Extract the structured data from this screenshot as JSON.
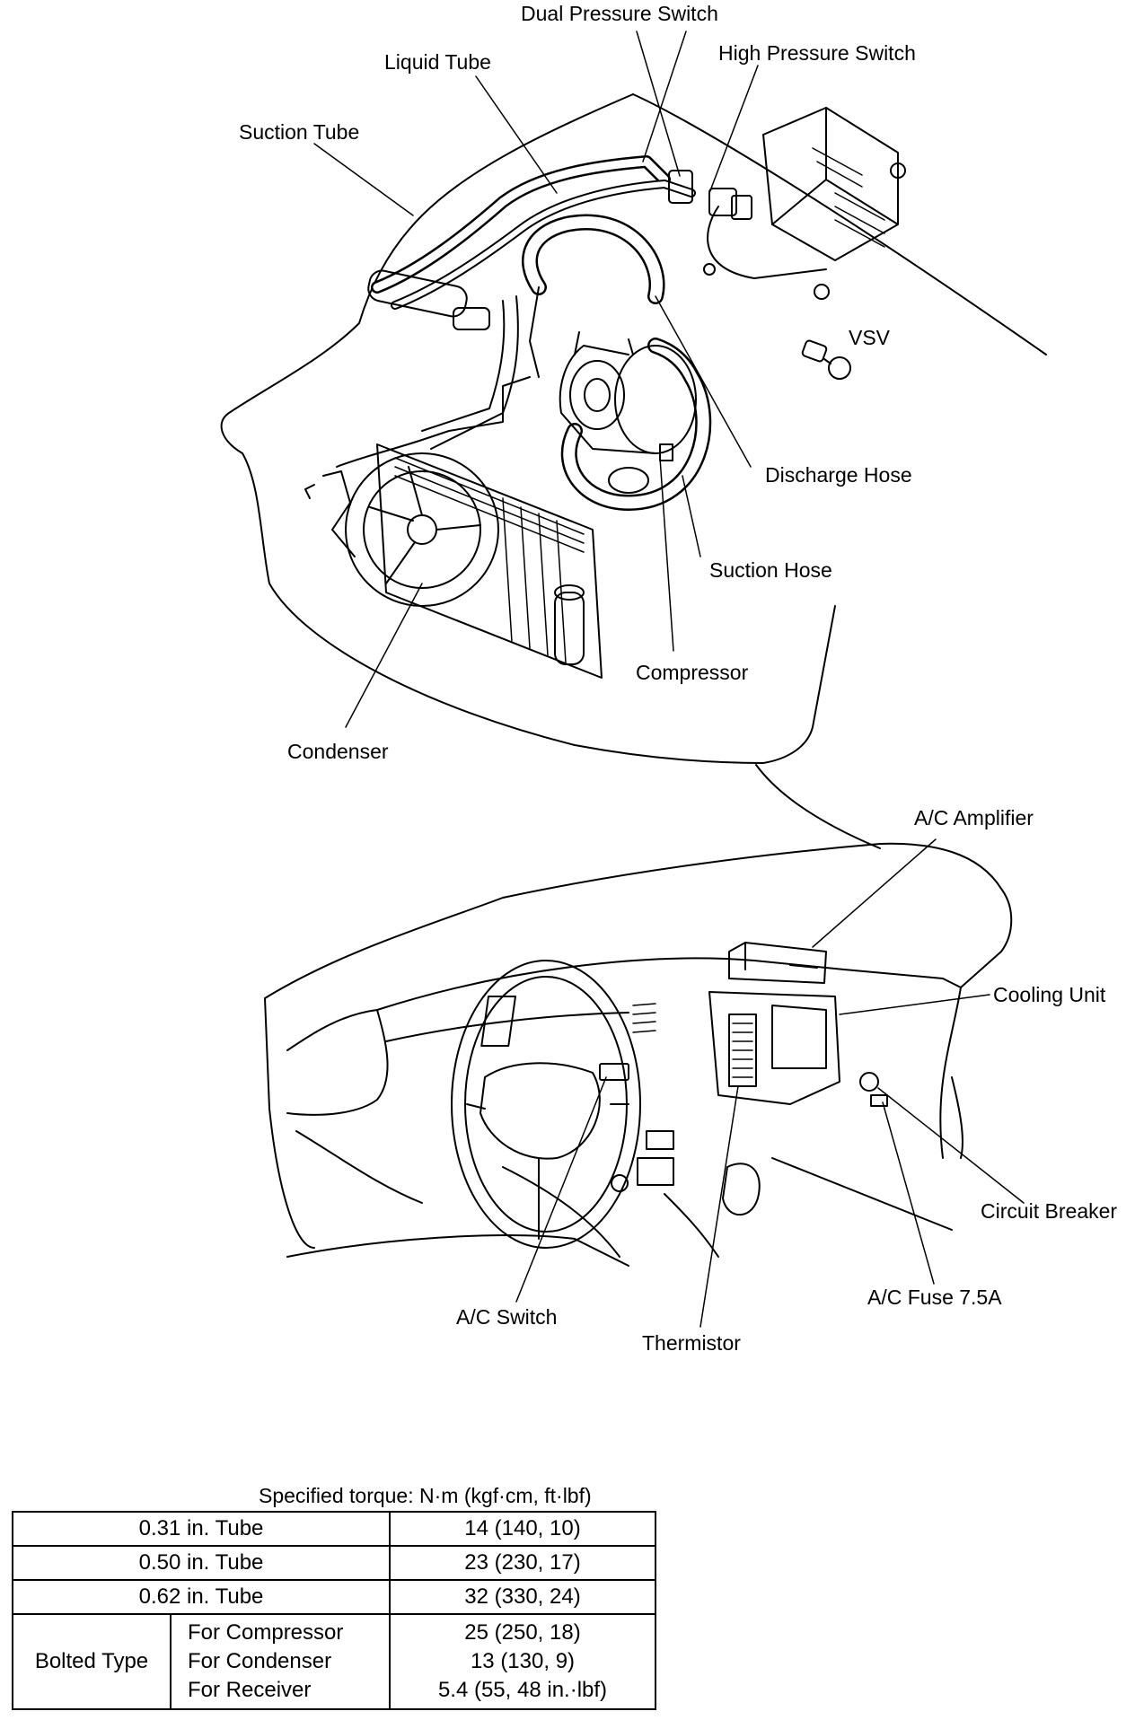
{
  "top_diagram": {
    "labels": {
      "dual_pressure_switch": "Dual Pressure Switch",
      "high_pressure_switch": "High Pressure Switch",
      "liquid_tube": "Liquid Tube",
      "suction_tube": "Suction Tube",
      "vsv": "VSV",
      "discharge_hose": "Discharge Hose",
      "suction_hose": "Suction Hose",
      "compressor": "Compressor",
      "condenser": "Condenser"
    }
  },
  "bottom_diagram": {
    "labels": {
      "ac_amplifier": "A/C Amplifier",
      "cooling_unit": "Cooling Unit",
      "circuit_breaker": "Circuit Breaker",
      "ac_fuse": "A/C Fuse 7.5A",
      "ac_switch": "A/C Switch",
      "thermistor": "Thermistor"
    }
  },
  "torque_table": {
    "caption": "Specified torque:   N·m (kgf·cm, ft·lbf)",
    "rows": [
      {
        "item": "0.31 in. Tube",
        "value": "14 (140, 10)"
      },
      {
        "item": "0.50 in. Tube",
        "value": "23 (230, 17)"
      },
      {
        "item": "0.62 in. Tube",
        "value": "32 (330, 24)"
      }
    ],
    "bolted": {
      "label": "Bolted Type",
      "items": [
        "For Compressor",
        "For Condenser",
        "For Receiver"
      ],
      "values": [
        "25 (250, 18)",
        "13 (130, 9)",
        "5.4 (55, 48 in.·lbf)"
      ]
    }
  }
}
